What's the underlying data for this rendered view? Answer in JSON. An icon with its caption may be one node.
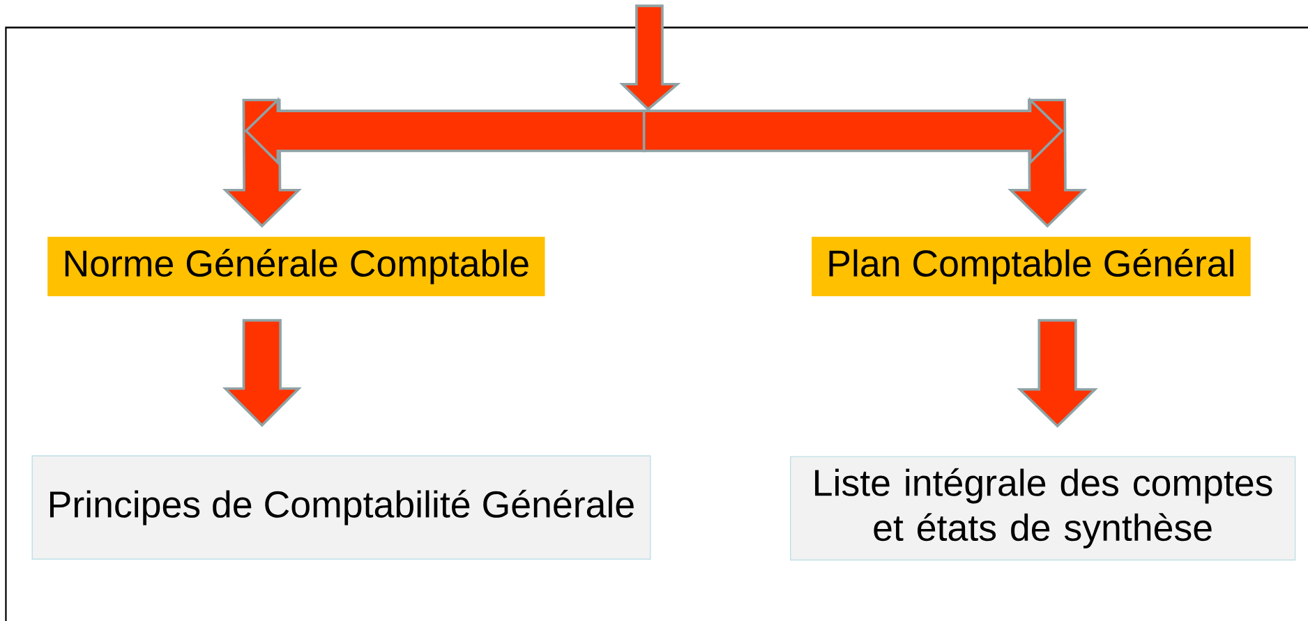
{
  "diagram": {
    "nodes": [
      {
        "text": [
          "Norme Générale Comptable"
        ]
      },
      {
        "text": [
          "Plan Comptable Général"
        ]
      },
      {
        "text": [
          "Principes de Comptabilité Générale"
        ]
      },
      {
        "text": [
          "Liste intégrale des comptes et états de synthèse"
        ]
      }
    ],
    "edges": [
      {
        "from": null,
        "to": 0,
        "arrow": "to"
      },
      {
        "from": null,
        "to": 1,
        "arrow": "to"
      },
      {
        "from": 0,
        "to": 2,
        "arrow": "to"
      },
      {
        "from": 1,
        "to": 3,
        "arrow": "to"
      }
    ]
  }
}
